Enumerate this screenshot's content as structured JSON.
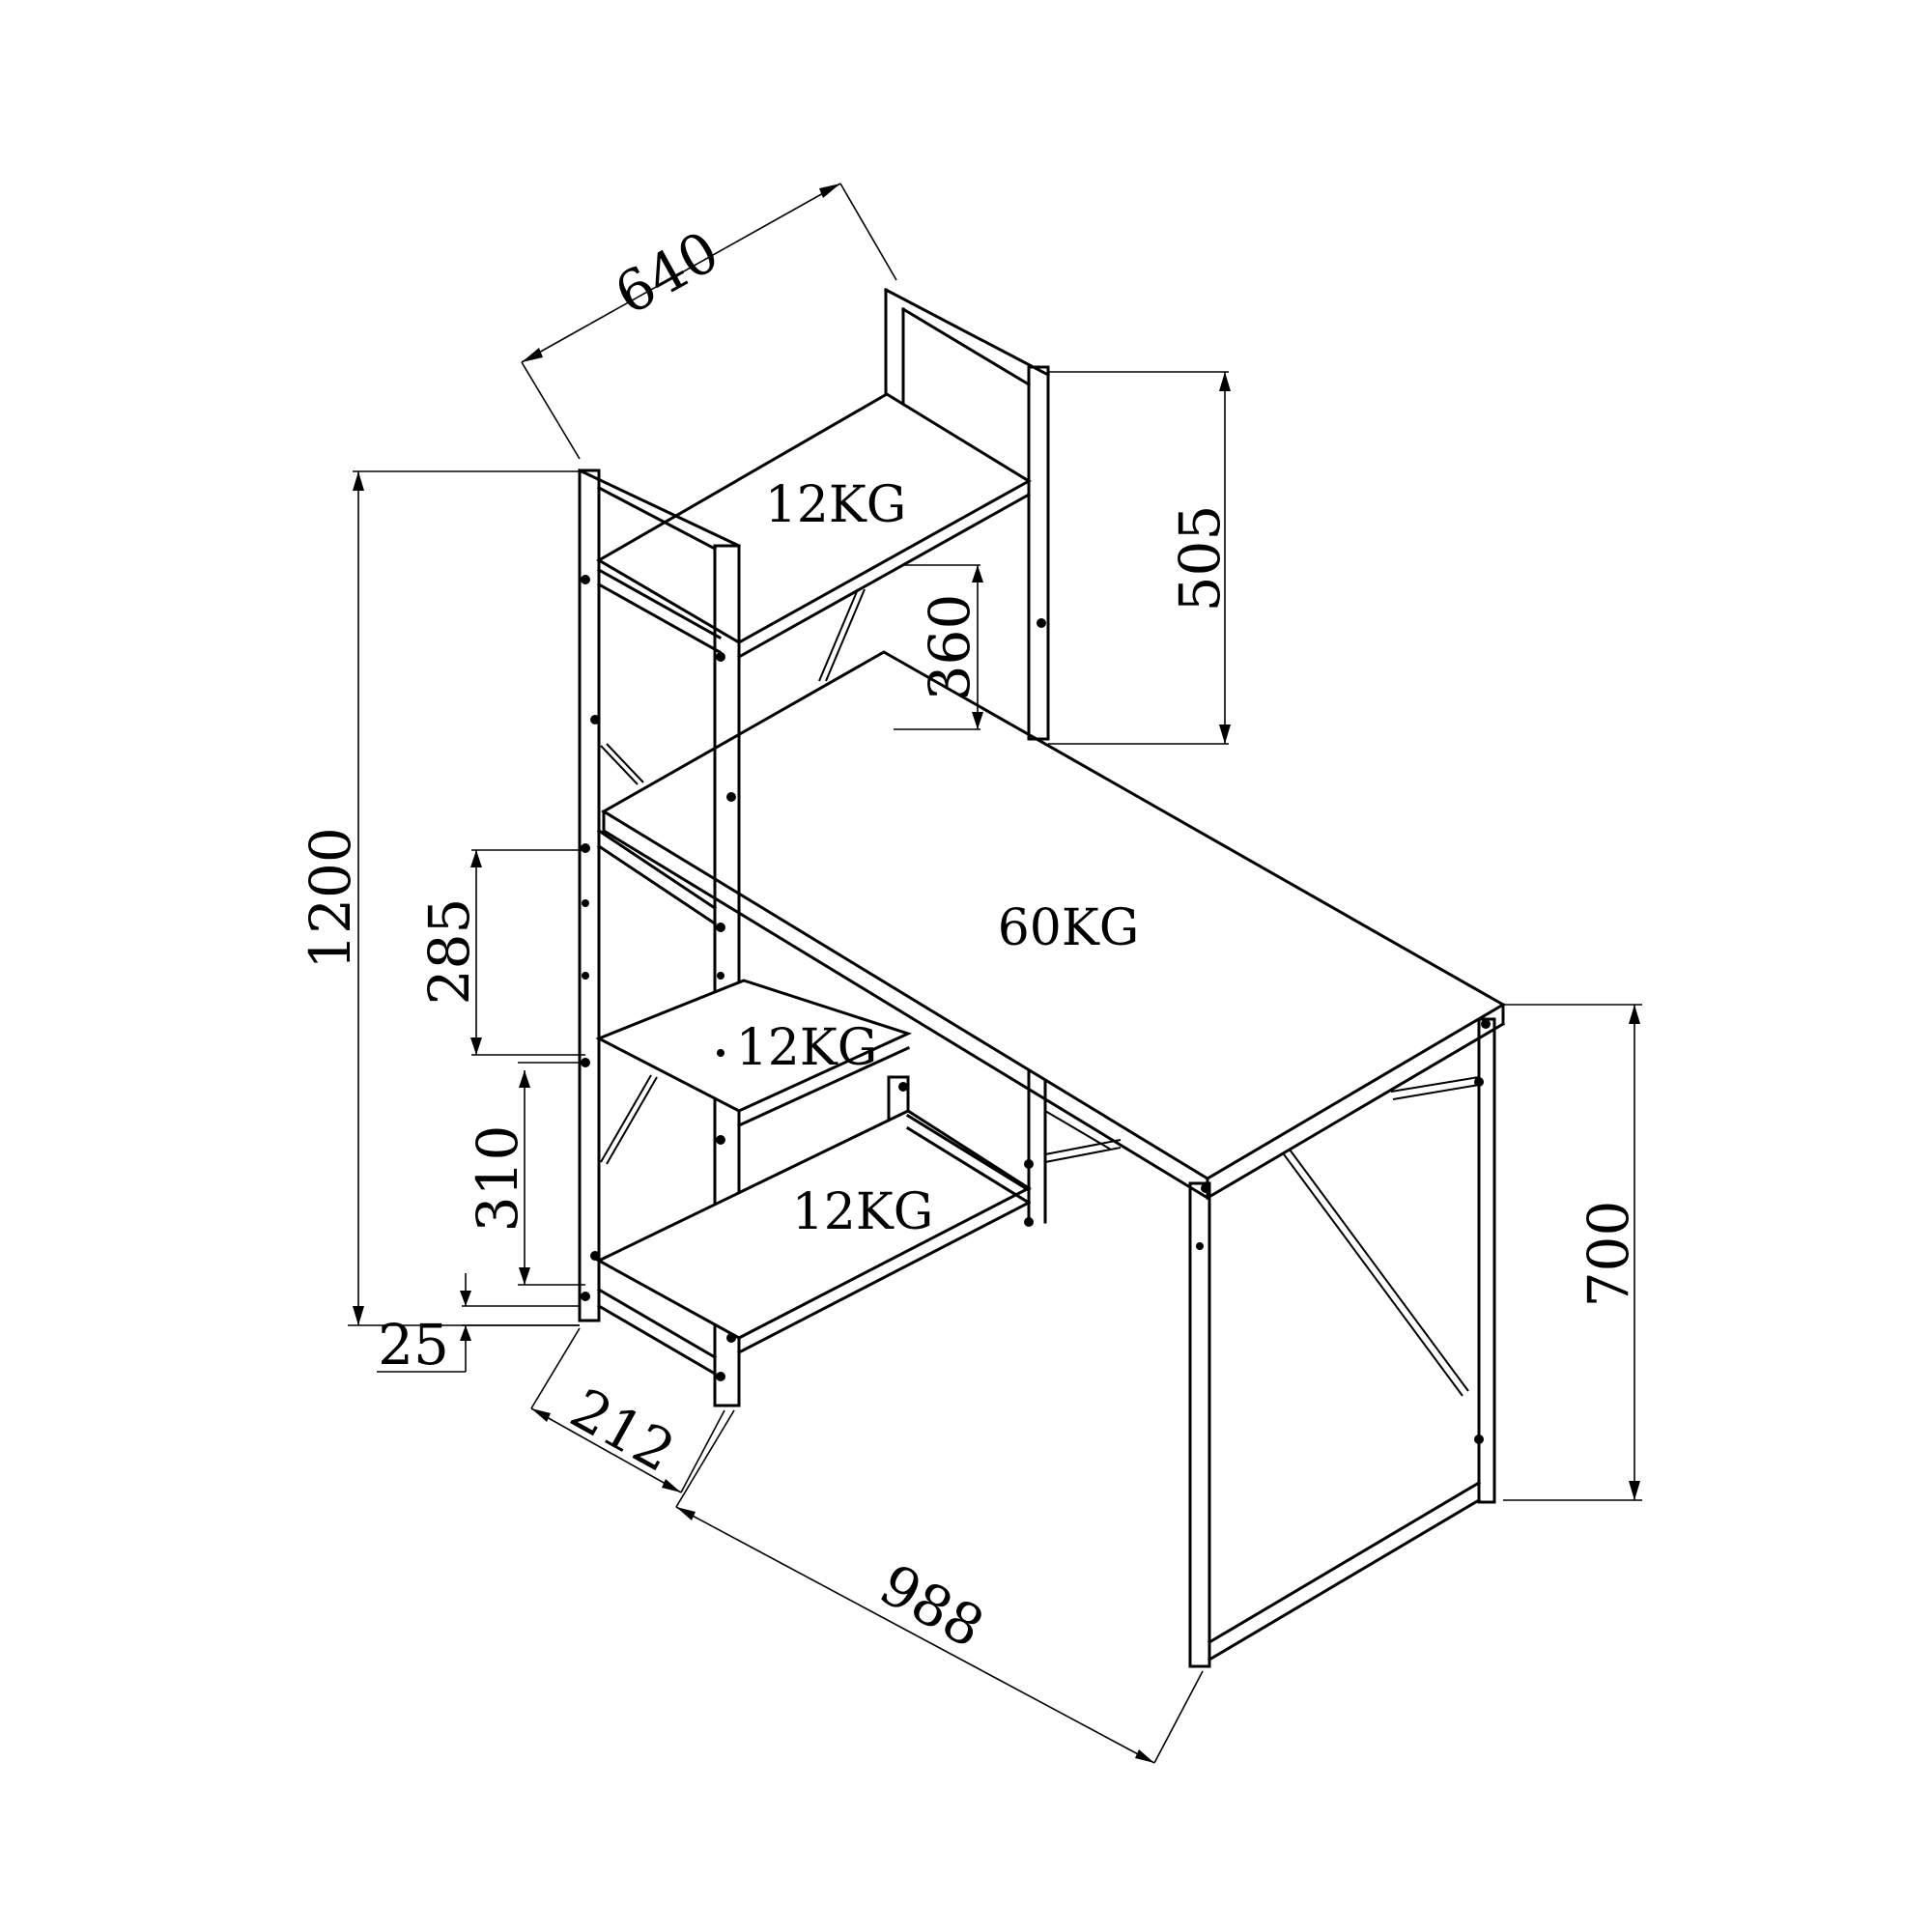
{
  "dimensions": {
    "depth_top": "640",
    "upper_shelf_height": "505",
    "upper_shelf_gap": "360",
    "total_height": "1200",
    "middle_gap": "285",
    "lower_gap": "310",
    "foot_height": "25",
    "shelf_depth": "212",
    "desk_width": "988",
    "desk_height": "700"
  },
  "loads": {
    "top_shelf": "12KG",
    "desktop": "60KG",
    "middle_shelf": "12KG",
    "bottom_shelf": "12KG"
  }
}
